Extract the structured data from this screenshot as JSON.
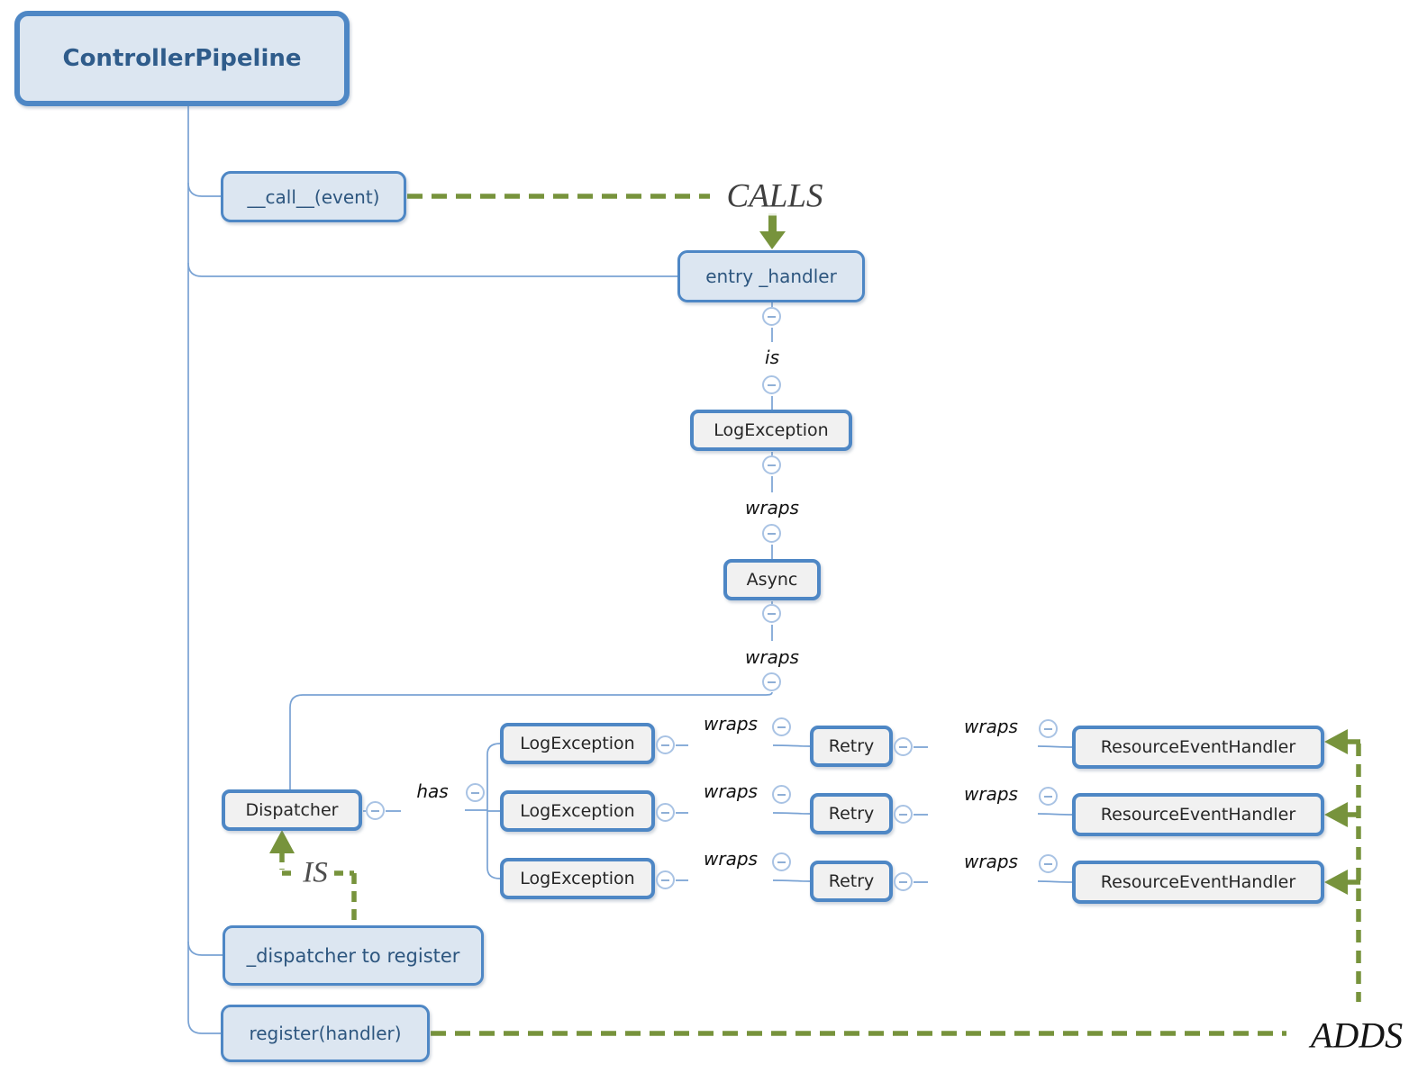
{
  "nodes": {
    "controller_pipeline": "ControllerPipeline",
    "call_event": "__call__(event)",
    "entry_handler": "entry _handler",
    "log_exception": "LogException",
    "async": "Async",
    "dispatcher": "Dispatcher",
    "dispatcher_to_register": "_dispatcher to register",
    "register_handler": "register(handler)"
  },
  "edge_labels": {
    "is": "is",
    "wraps": "wraps",
    "has": "has"
  },
  "relation_labels": {
    "calls": "CALLS",
    "is": "IS",
    "adds": "ADDS"
  },
  "handler_rows": [
    {
      "log_exception": "LogException",
      "retry": "Retry",
      "resource_event_handler": "ResourceEventHandler"
    },
    {
      "log_exception": "LogException",
      "retry": "Retry",
      "resource_event_handler": "ResourceEventHandler"
    },
    {
      "log_exception": "LogException",
      "retry": "Retry",
      "resource_event_handler": "ResourceEventHandler"
    }
  ],
  "colors": {
    "node_border_blue": "#4e87c5",
    "node_fill_blue": "#dce6f1",
    "node_fill_grey": "#f1f1f1",
    "connector_blue": "#7aa3d4",
    "relation_olive": "#77933c",
    "node_text_blue": "#2d567f",
    "relation_text_grey": "#4d4d4d"
  }
}
